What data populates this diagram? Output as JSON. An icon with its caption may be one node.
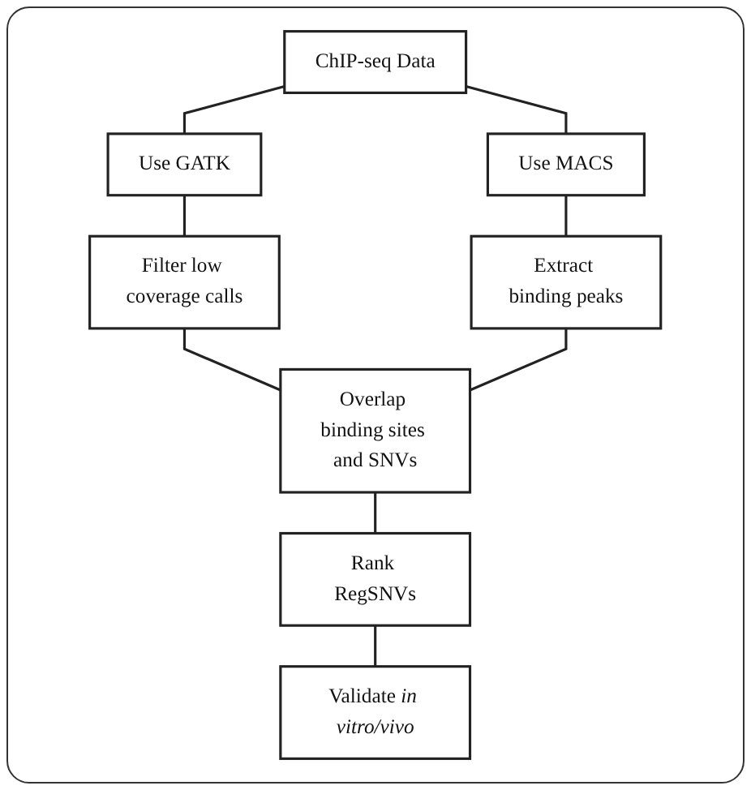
{
  "diagram": {
    "nodes": [
      {
        "text": [
          "ChIP-seq Data"
        ]
      },
      {
        "text": [
          "Use GATK"
        ]
      },
      {
        "text": [
          "Use MACS"
        ]
      },
      {
        "text": [
          "Filter low coverage calls"
        ]
      },
      {
        "text": [
          "Extract binding peaks"
        ]
      },
      {
        "text": [
          "Overlap binding sites and SNVs"
        ]
      },
      {
        "text": [
          "Rank RegSNVs"
        ]
      },
      {
        "text": [
          "Validate *in vitro/vivo*"
        ]
      }
    ],
    "edges": [
      {
        "from": 0,
        "to": 1,
        "arrow": "none"
      },
      {
        "from": 0,
        "to": 2,
        "arrow": "none"
      },
      {
        "from": 1,
        "to": 3,
        "arrow": "none"
      },
      {
        "from": 2,
        "to": 4,
        "arrow": "none"
      },
      {
        "from": 3,
        "to": 5,
        "arrow": "none"
      },
      {
        "from": 4,
        "to": 5,
        "arrow": "none"
      },
      {
        "from": 5,
        "to": 6,
        "arrow": "none"
      },
      {
        "from": 6,
        "to": 7,
        "arrow": "none"
      }
    ]
  }
}
